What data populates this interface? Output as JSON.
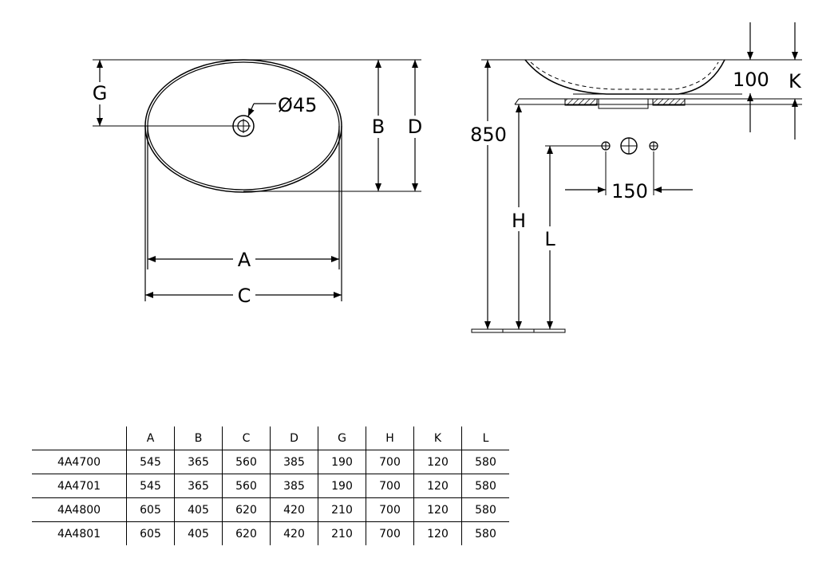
{
  "drawing": {
    "top_view": {
      "label_A": "A",
      "label_B": "B",
      "label_C": "C",
      "label_D": "D",
      "label_G": "G",
      "drain_label": "Ø45"
    },
    "side_view": {
      "label_850": "850",
      "label_100": "100",
      "label_K": "K",
      "label_H": "H",
      "label_L": "L",
      "label_150": "150"
    }
  },
  "table": {
    "headers": [
      "",
      "A",
      "B",
      "C",
      "D",
      "G",
      "H",
      "K",
      "L"
    ],
    "rows": [
      {
        "model": "4A4700",
        "values": [
          "545",
          "365",
          "560",
          "385",
          "190",
          "700",
          "120",
          "580"
        ]
      },
      {
        "model": "4A4701",
        "values": [
          "545",
          "365",
          "560",
          "385",
          "190",
          "700",
          "120",
          "580"
        ]
      },
      {
        "model": "4A4800",
        "values": [
          "605",
          "405",
          "620",
          "420",
          "210",
          "700",
          "120",
          "580"
        ]
      },
      {
        "model": "4A4801",
        "values": [
          "605",
          "405",
          "620",
          "420",
          "210",
          "700",
          "120",
          "580"
        ]
      }
    ]
  }
}
